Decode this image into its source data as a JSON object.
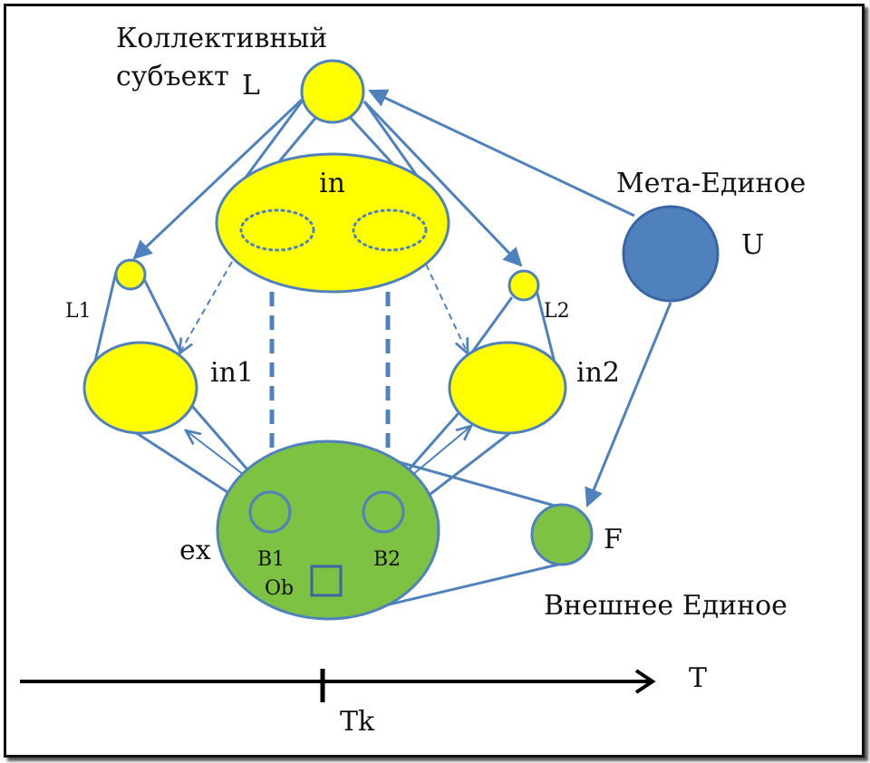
{
  "colors": {
    "line": "#4f81bd",
    "yellow": "#ffff00",
    "green": "#7dc242",
    "blue": "#4f81bd",
    "outline": "#3a66a7",
    "axis": "#000000"
  },
  "labels": {
    "collective_line1": "Коллективный",
    "collective_line2": "субъект",
    "L": "L",
    "in": "in",
    "meta_unity": "Мета-Единое",
    "U": "U",
    "L1": "L1",
    "L2": "L2",
    "in1": "in1",
    "in2": "in2",
    "ex": "ex",
    "B1": "B1",
    "B2": "B2",
    "Ob": "Ob",
    "F": "F",
    "outer_unity": "Внешнее Единое",
    "T": "T",
    "Tk": "Tk"
  }
}
